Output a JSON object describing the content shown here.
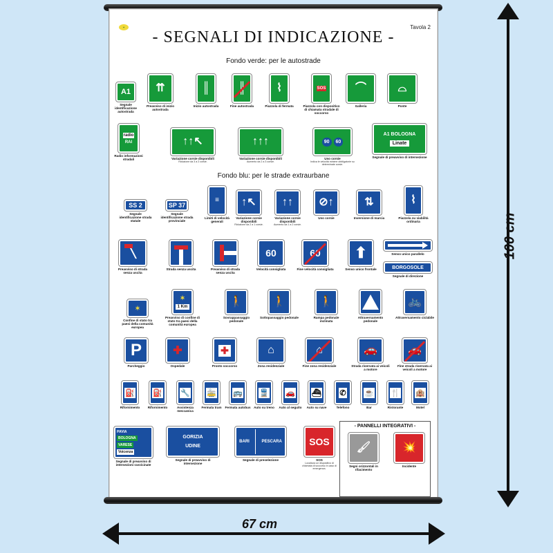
{
  "poster": {
    "title": "- SEGNALI DI INDICAZIONE -",
    "plate_label": "Tavola 2",
    "section_green": "Fondo verde: per le autostrade",
    "section_blue": "Fondo blu: per le strade extraurbane",
    "panel_title": "- PANNELLI INTEGRATIVI -"
  },
  "dimensions": {
    "height": "100 cm",
    "width": "67 cm"
  },
  "colors": {
    "green": "#169a3a",
    "blue": "#1a4fa0",
    "red": "#d8262b"
  },
  "signs": {
    "a1": {
      "text": "A1",
      "caption": "Segnale identificazione autostrada"
    },
    "preavviso_auto": {
      "caption": "Preavviso di inizio autostrada"
    },
    "inizio_auto": {
      "caption": "Inizio autostrada"
    },
    "fine_auto": {
      "caption": "Fine autostrada"
    },
    "piazzola_fermata": {
      "caption": "Piazzola di fermata"
    },
    "piazzola_sos": {
      "text": "SOS",
      "caption": "Piazzola con dispositivo di chiamata stradale di soccorso"
    },
    "galleria": {
      "caption": "Galleria"
    },
    "ponte": {
      "caption": "Ponte"
    },
    "radio": {
      "text1": "radio",
      "text2": "RAI",
      "caption": "Radio informazioni stradali"
    },
    "var_corsie1": {
      "caption": "Variazione corsie disponibili",
      "sub": "Riduzione da 3 a 2 corsie."
    },
    "var_corsie2": {
      "caption": "Variazione corsie disponibili",
      "sub": "Aumento da 2 a 3 corsie."
    },
    "uso_corsie": {
      "text1": "90",
      "text2": "60",
      "caption": "Uso corsie",
      "sub": "Indica le velocità minime obbligatorie su determinate corsie."
    },
    "bologna": {
      "text1": "A1 BOLOGNA",
      "text2": "Linate",
      "caption": "Segnale di preavviso di intersezione"
    },
    "ss2": {
      "text": "SS 2",
      "caption": "Segnale identificazione strada statale"
    },
    "sp37": {
      "text": "SP 37",
      "caption": "Segnale identificazione strada provinciale"
    },
    "limiti": {
      "caption": "Limiti di velocità generali"
    },
    "var_corsie3": {
      "caption": "Variazione corsie disponibili",
      "sub": "Riduzione da 2 a 1 corsie."
    },
    "var_corsie4": {
      "caption": "Variazione corsie disponibili",
      "sub": "Aumento da 1 a 2 corsie."
    },
    "uso_corsie2": {
      "caption": "Uso corsie"
    },
    "inversione": {
      "caption": "Inversione di marcia"
    },
    "piazzola_viab": {
      "caption": "Piazzola su viabilità ordinaria"
    },
    "senza_uscita1": {
      "caption": "Preavviso di strada senza uscita"
    },
    "senza_uscita2": {
      "caption": "Strada senza uscita"
    },
    "senza_uscita3": {
      "caption": "Preavviso di strada senza uscita"
    },
    "vel_consigliata": {
      "text": "60",
      "caption": "Velocità consigliata"
    },
    "fine_vel": {
      "text": "60",
      "caption": "Fine velocità consigliata"
    },
    "senso_unico": {
      "caption": "Senso unico frontale"
    },
    "senso_unico_par": {
      "caption": "Senso unico parallelo"
    },
    "borgosole": {
      "text": "BORGOSOLE",
      "caption": "Segnale di direzione"
    },
    "confine_stato": {
      "caption": "Confine di stato tra paesi della comunità europea"
    },
    "preavviso_confine": {
      "text": "1 Km",
      "caption": "Preavviso di confine di stato tra paesi della comunità europea"
    },
    "sovrappasso": {
      "caption": "Sovrappassaggio pedonale"
    },
    "sottopasso": {
      "caption": "Sottopassaggio pedonale"
    },
    "rampa": {
      "caption": "Rampa pedonale inclinata"
    },
    "attr_pedonale": {
      "caption": "Attraversamento pedonale"
    },
    "attr_ciclabile": {
      "caption": "Attraversamento ciclabile"
    },
    "parcheggio": {
      "text": "P",
      "caption": "Parcheggio"
    },
    "ospedale": {
      "caption": "Ospedale"
    },
    "pronto_soccorso": {
      "caption": "Pronto soccorso"
    },
    "zona_res": {
      "caption": "Zona residenziale"
    },
    "fine_zona_res": {
      "caption": "Fine zona residenziale"
    },
    "strada_veicoli": {
      "caption": "Strada riservata ai veicoli a motore"
    },
    "fine_strada_veicoli": {
      "caption": "Fine strada riservata ai veicoli a motore"
    },
    "rifornimento1": {
      "caption": "Rifornimento"
    },
    "rifornimento2": {
      "caption": "Rifornimento"
    },
    "assistenza": {
      "caption": "Assistenza meccanica"
    },
    "tram": {
      "caption": "Fermata tram"
    },
    "autobus": {
      "caption": "Fermata autobus"
    },
    "auto_treno": {
      "caption": "Auto su treno"
    },
    "auto_seguito": {
      "caption": "Auto al seguito"
    },
    "auto_nave": {
      "caption": "Auto su nave"
    },
    "telefono": {
      "caption": "Telefono"
    },
    "bar": {
      "caption": "Bar"
    },
    "ristorante": {
      "caption": "Ristorante"
    },
    "motel": {
      "caption": "Motel"
    },
    "pavia": {
      "text1": "PAVIA",
      "text2": "BOLOGNA",
      "text3": "VARESE",
      "text4": "Voicenza",
      "caption": "Segnale di preavviso di intersezioni ravvicinate"
    },
    "gorizia": {
      "text1": "GORIZIA",
      "text2": "UDINE",
      "caption": "Segnale di preavviso di intersezione"
    },
    "bari": {
      "text1": "BARI",
      "text2": "PESCARA",
      "caption": "Segnale di preselezione"
    },
    "sos": {
      "text": "SOS",
      "caption": "SOS",
      "sub": "Localizza un dispositivo di chiamata di soccorso in caso di emergenza."
    },
    "segni_orizz": {
      "caption": "Segni orizzontali in rifacimento"
    },
    "incidente": {
      "caption": "Incidente"
    }
  }
}
